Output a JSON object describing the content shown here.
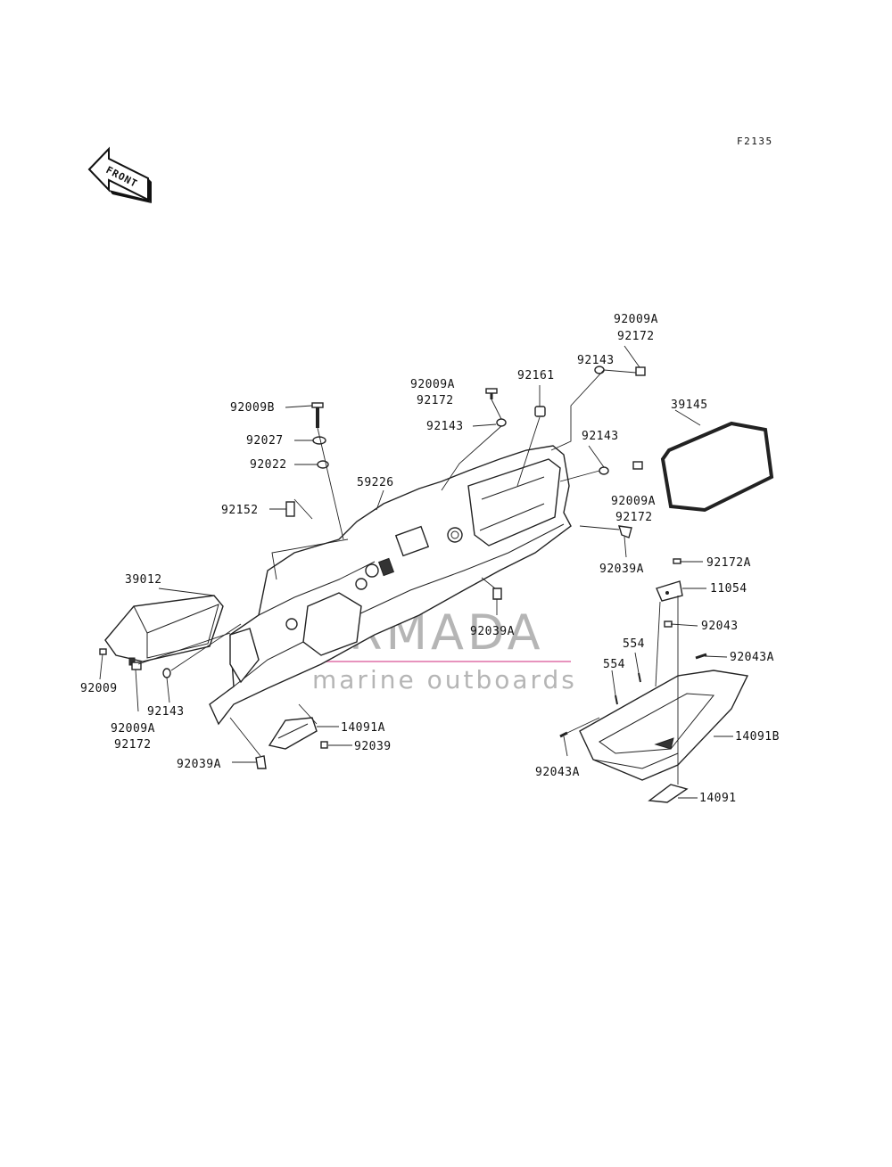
{
  "figure_code": "F2135",
  "front_arrow_text": "FRONT",
  "watermark": {
    "brand": "ARMADA",
    "tagline": "marine outboards",
    "accent_color": "#e06fa8"
  },
  "labels": [
    "92009A",
    "92172",
    "92143",
    "92161",
    "92009A",
    "92172",
    "39145",
    "92009B",
    "92143",
    "92143",
    "92027",
    "92022",
    "59226",
    "92009A",
    "92172",
    "92152",
    "92039A",
    "92172A",
    "39012",
    "11054",
    "92039A",
    "92043",
    "554",
    "92043A",
    "554",
    "92009",
    "92143",
    "92009A",
    "92172",
    "14091A",
    "14091B",
    "92039",
    "92043A",
    "92039A",
    "14091"
  ]
}
